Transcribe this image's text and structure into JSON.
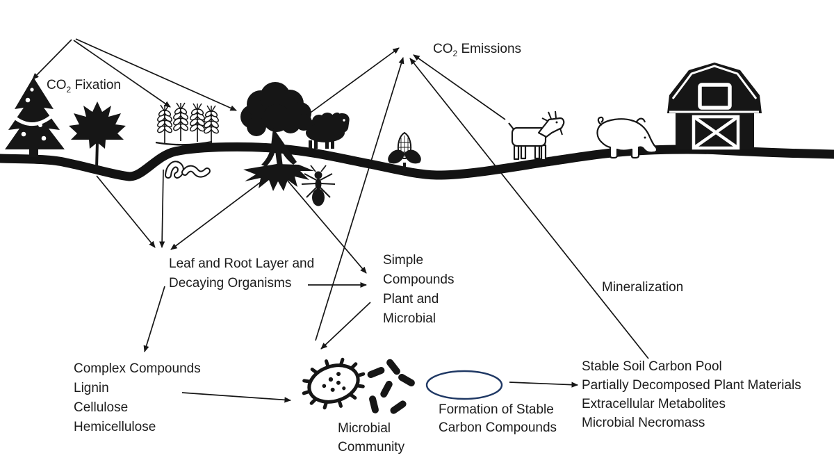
{
  "meta": {
    "background": "#ffffff",
    "ink": "#161616",
    "ellipse_stroke": "#1f3864"
  },
  "labels": {
    "co2_fixation": {
      "prefix": "CO",
      "sub": "2",
      "suffix": " Fixation"
    },
    "co2_emissions": {
      "prefix": "CO",
      "sub": "2",
      "suffix": " Emissions"
    },
    "mineralization": "Mineralization",
    "leaf_root_layer": {
      "lines": [
        "Leaf and Root Layer and",
        "Decaying Organisms"
      ]
    },
    "simple_compounds": {
      "lines": [
        "Simple",
        "Compounds",
        "Plant and",
        "Microbial"
      ]
    },
    "complex_compounds": {
      "lines": [
        "Complex Compounds",
        "Lignin",
        "Cellulose",
        "Hemicellulose"
      ]
    },
    "microbial_community": {
      "lines": [
        "Microbial",
        "Community"
      ]
    },
    "formation_stable": {
      "lines": [
        "Formation of Stable",
        "Carbon Compounds"
      ]
    },
    "stable_pool": {
      "lines": [
        "Stable Soil Carbon Pool",
        "Partially Decomposed Plant Materials",
        "Extracellular Metabolites",
        "Microbial Necromass"
      ]
    }
  },
  "icons": {
    "pine-tree-icon": "black pine tree silhouette with ornaments",
    "maple-leaf-icon": "black maple leaf on stem",
    "wheat-icon": "four outlined wheat stalks",
    "deciduous-tree-icon": "black tree with canopy, trunk and roots",
    "tree-roots-icon": "spiky black root mass below ground",
    "sheep-icon": "black sheep silhouette",
    "corn-icon": "corn cob with leaves",
    "goat-icon": "outlined goat facing right",
    "pig-icon": "outlined pig grazing, head down",
    "barn-icon": "black barn with white window and X door",
    "worms-icon": "two outlined earthworms below ground",
    "ant-icon": "black ant below ground",
    "microbe-icon": "outlined spiky microbe with internal dots",
    "rod-bacteria-icon": "cluster of black rod-shaped bacteria",
    "stable-compound-ellipse": "navy outlined ellipse"
  },
  "relations": [
    {
      "from": "atmosphere",
      "to": "pine-tree"
    },
    {
      "from": "atmosphere",
      "to": "wheat"
    },
    {
      "from": "atmosphere",
      "to": "deciduous-tree"
    },
    {
      "from": "deciduous-tree",
      "to": "co2-emissions"
    },
    {
      "from": "microbial-community",
      "to": "co2-emissions"
    },
    {
      "from": "goat",
      "to": "co2-emissions"
    },
    {
      "from": "stable-soil-carbon-pool",
      "to": "co2-emissions (mineralization)"
    },
    {
      "from": "maple-litter",
      "to": "leaf-and-root-layer"
    },
    {
      "from": "worms",
      "to": "leaf-and-root-layer"
    },
    {
      "from": "tree-roots",
      "to": "leaf-and-root-layer"
    },
    {
      "from": "leaf-and-root-layer",
      "to": "complex-compounds"
    },
    {
      "from": "complex-compounds",
      "to": "microbial-community"
    },
    {
      "from": "leaf-and-root-layer",
      "to": "simple-compounds"
    },
    {
      "from": "tree-roots",
      "to": "simple-compounds"
    },
    {
      "from": "simple-compounds",
      "to": "microbial-community"
    },
    {
      "from": "formation-of-stable-carbon-compounds",
      "to": "stable-soil-carbon-pool"
    }
  ]
}
